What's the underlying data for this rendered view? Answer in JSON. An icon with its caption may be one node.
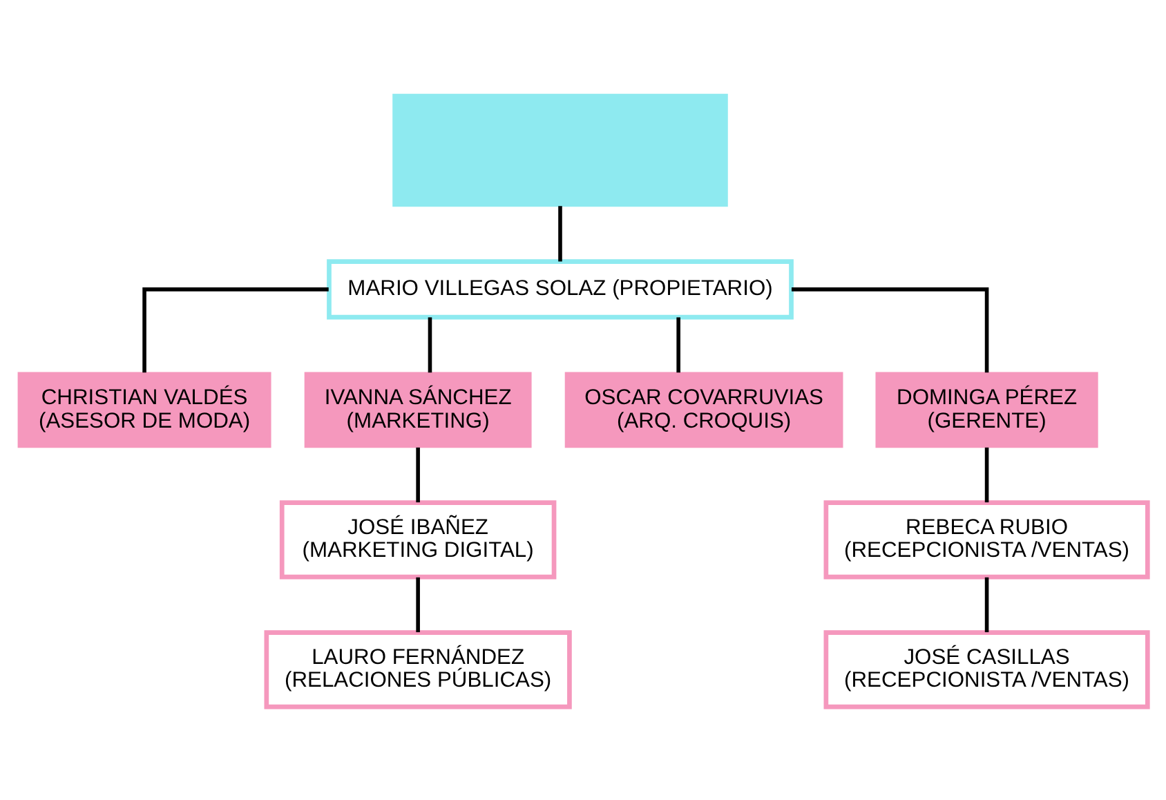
{
  "diagram": {
    "nodes": [
      {
        "text": [],
        "shape": "box"
      },
      {
        "text": [
          "MARIO VILLEGAS SOLAZ (PROPIETARIO)"
        ]
      },
      {
        "text": [
          "CHRISTIAN VALDÉS",
          "(ASESOR DE MODA)"
        ]
      },
      {
        "text": [
          "IVANNA SÁNCHEZ",
          "(MARKETING)"
        ]
      },
      {
        "text": [
          "OSCAR COVARRUVIAS",
          "(ARQ. CROQUIS)"
        ]
      },
      {
        "text": [
          "DOMINGA PÉREZ",
          "(GERENTE)"
        ]
      },
      {
        "text": [
          "JOSÉ IBAÑEZ",
          "(MARKETING DIGITAL)"
        ]
      },
      {
        "text": [
          "LAURO FERNÁNDEZ",
          "(RELACIONES PÚBLICAS)"
        ]
      },
      {
        "text": [
          "REBECA RUBIO",
          "(RECEPCIONISTA /VENTAS)"
        ]
      },
      {
        "text": [
          "JOSÉ CASILLAS",
          "(RECEPCIONISTA /VENTAS)"
        ]
      }
    ],
    "edges": [
      {
        "from": 0,
        "to": 1,
        "arrow": "none"
      },
      {
        "from": 1,
        "to": 2,
        "arrow": "none"
      },
      {
        "from": 1,
        "to": 3,
        "arrow": "none"
      },
      {
        "from": 1,
        "to": 4,
        "arrow": "none"
      },
      {
        "from": 1,
        "to": 5,
        "arrow": "none"
      },
      {
        "from": 3,
        "to": 6,
        "arrow": "none"
      },
      {
        "from": 6,
        "to": 7,
        "arrow": "none"
      },
      {
        "from": 5,
        "to": 8,
        "arrow": "none"
      },
      {
        "from": 8,
        "to": 9,
        "arrow": "none"
      }
    ]
  }
}
